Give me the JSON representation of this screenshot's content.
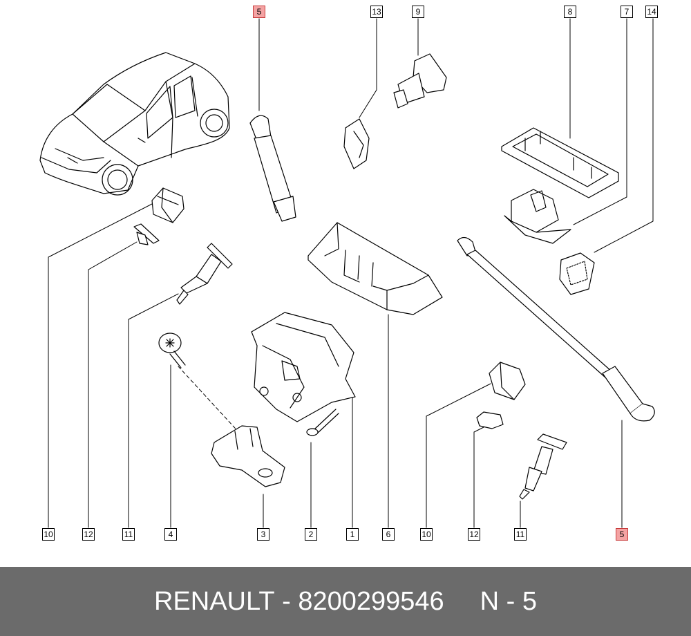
{
  "diagram": {
    "callouts": {
      "top_5": "5",
      "top_13": "13",
      "top_9": "9",
      "top_8": "8",
      "top_7": "7",
      "top_14": "14",
      "bottom_10a": "10",
      "bottom_12a": "12",
      "bottom_11a": "11",
      "bottom_4": "4",
      "bottom_3": "3",
      "bottom_2": "2",
      "bottom_1": "1",
      "bottom_6": "6",
      "bottom_10b": "10",
      "bottom_12b": "12",
      "bottom_11b": "11",
      "bottom_5": "5"
    },
    "highlight_color": "#f4a3a3"
  },
  "footer": {
    "brand": "RENAULT",
    "separator": "-",
    "part_number": "8200299546",
    "position_label": "N - 5",
    "background": "#6b6b6b"
  }
}
